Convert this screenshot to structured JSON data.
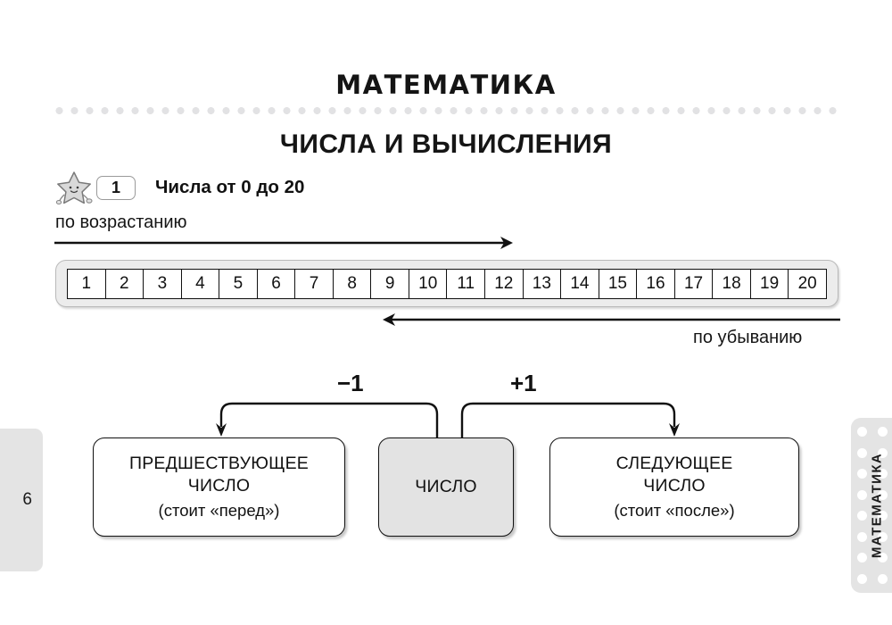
{
  "page": {
    "subject_title": "МАТЕМАТИКА",
    "section_title": "ЧИСЛА И ВЫЧИСЛЕНИЯ",
    "page_number": "6",
    "side_tab_label": "МАТЕМАТИКА"
  },
  "task": {
    "number": "1",
    "title": "Числа от 0 до 20",
    "star_icon": "star-character-icon"
  },
  "number_line": {
    "ascending_label": "по возрастанию",
    "descending_label": "по убыванию",
    "ascending_arrow_icon": "arrow-right-icon",
    "descending_arrow_icon": "arrow-left-icon",
    "numbers": [
      "1",
      "2",
      "3",
      "4",
      "5",
      "6",
      "7",
      "8",
      "9",
      "10",
      "11",
      "12",
      "13",
      "14",
      "15",
      "16",
      "17",
      "18",
      "19",
      "20"
    ]
  },
  "diagram": {
    "minus_one_label": "−1",
    "plus_one_label": "+1",
    "previous_box": {
      "line1": "ПРЕДШЕСТВУЮЩЕЕ",
      "line2": "ЧИСЛО",
      "line3": "(стоит «перед»)"
    },
    "number_box": {
      "line1": "ЧИСЛО"
    },
    "next_box": {
      "line1": "СЛЕДУЮЩЕЕ",
      "line2": "ЧИСЛО",
      "line3": "(стоит «после»)"
    }
  },
  "colors": {
    "strip_fill": "#ececec",
    "highlight_box_fill": "#e3e3e3",
    "tab_fill": "#e4e4e4",
    "divider_dots": "#e2e2e4",
    "ink": "#111111"
  }
}
